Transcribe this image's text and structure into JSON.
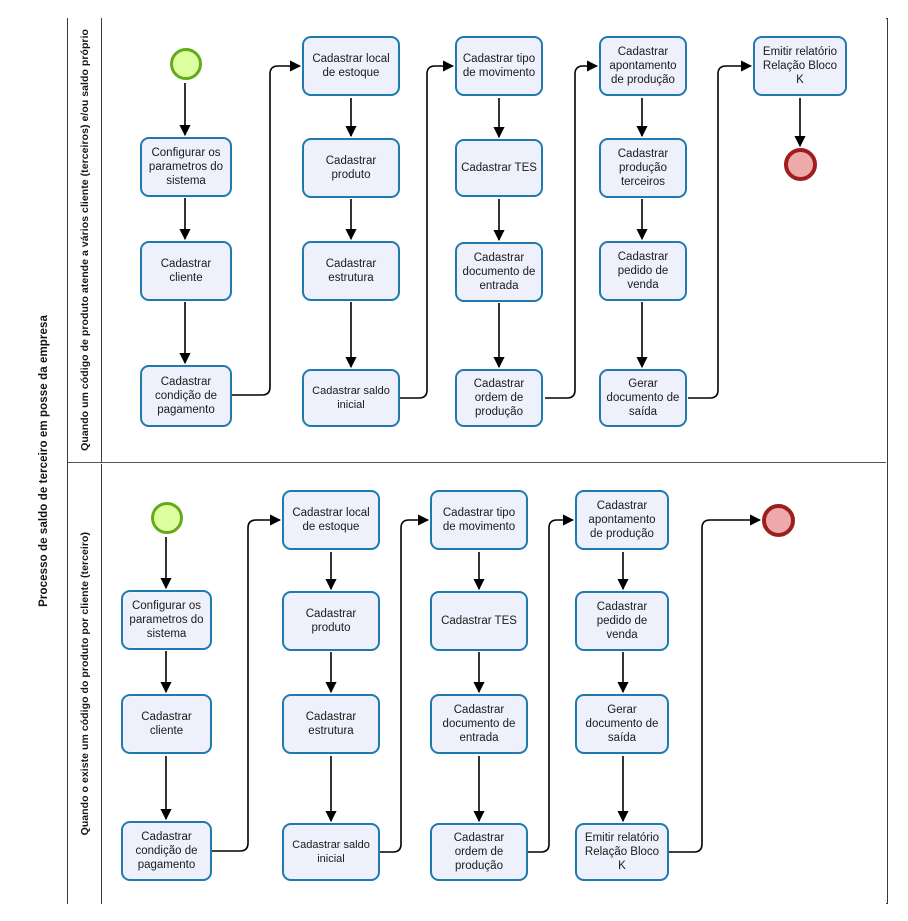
{
  "pool": {
    "title": "Processo de saldo de terceiro em posse da empresa"
  },
  "lanes": [
    {
      "id": "lane-1",
      "label": "Quando um código de produto atende a vários cliente (terceiros) e/ou saldo próprio",
      "start_event": "start-event",
      "end_event": "end-event",
      "columns": [
        {
          "tasks": [
            "Configurar os parametros do sistema",
            "Cadastrar cliente",
            "Cadastrar condição de pagamento"
          ]
        },
        {
          "tasks": [
            "Cadastrar local de estoque",
            "Cadastrar produto",
            "Cadastrar estrutura",
            "Cadastrar saldo inicial"
          ]
        },
        {
          "tasks": [
            "Cadastrar tipo de movimento",
            "Cadastrar TES",
            "Cadastrar documento de entrada",
            "Cadastrar ordem de produção"
          ]
        },
        {
          "tasks": [
            "Cadastrar apontamento de produção",
            "Cadastrar produção terceiros",
            "Cadastrar pedido de venda",
            "Gerar documento de saída"
          ]
        },
        {
          "tasks": [
            "Emitir relatório Relação Bloco K"
          ]
        }
      ]
    },
    {
      "id": "lane-2",
      "label": "Quando o existe um código do produto por cliente (terceiro)",
      "start_event": "start-event",
      "end_event": "end-event",
      "columns": [
        {
          "tasks": [
            "Configurar os parametros do sistema",
            "Cadastrar cliente",
            "Cadastrar condição de pagamento"
          ]
        },
        {
          "tasks": [
            "Cadastrar local de estoque",
            "Cadastrar produto",
            "Cadastrar estrutura",
            "Cadastrar saldo inicial"
          ]
        },
        {
          "tasks": [
            "Cadastrar tipo de movimento",
            "Cadastrar TES",
            "Cadastrar documento de entrada",
            "Cadastrar ordem de produção"
          ]
        },
        {
          "tasks": [
            "Cadastrar apontamento de produção",
            "Cadastrar pedido de venda",
            "Gerar documento de saída",
            "Emitir relatório Relação Bloco K"
          ]
        }
      ]
    }
  ],
  "colors": {
    "task_fill": "#eef0fb",
    "task_border": "#1f7ab0",
    "start_fill": "#ddff9f",
    "start_border": "#63ab17",
    "end_fill": "#eeaaaa",
    "end_border": "#9e1d1d",
    "frame": "#3a3a3a",
    "connector": "#000000"
  }
}
